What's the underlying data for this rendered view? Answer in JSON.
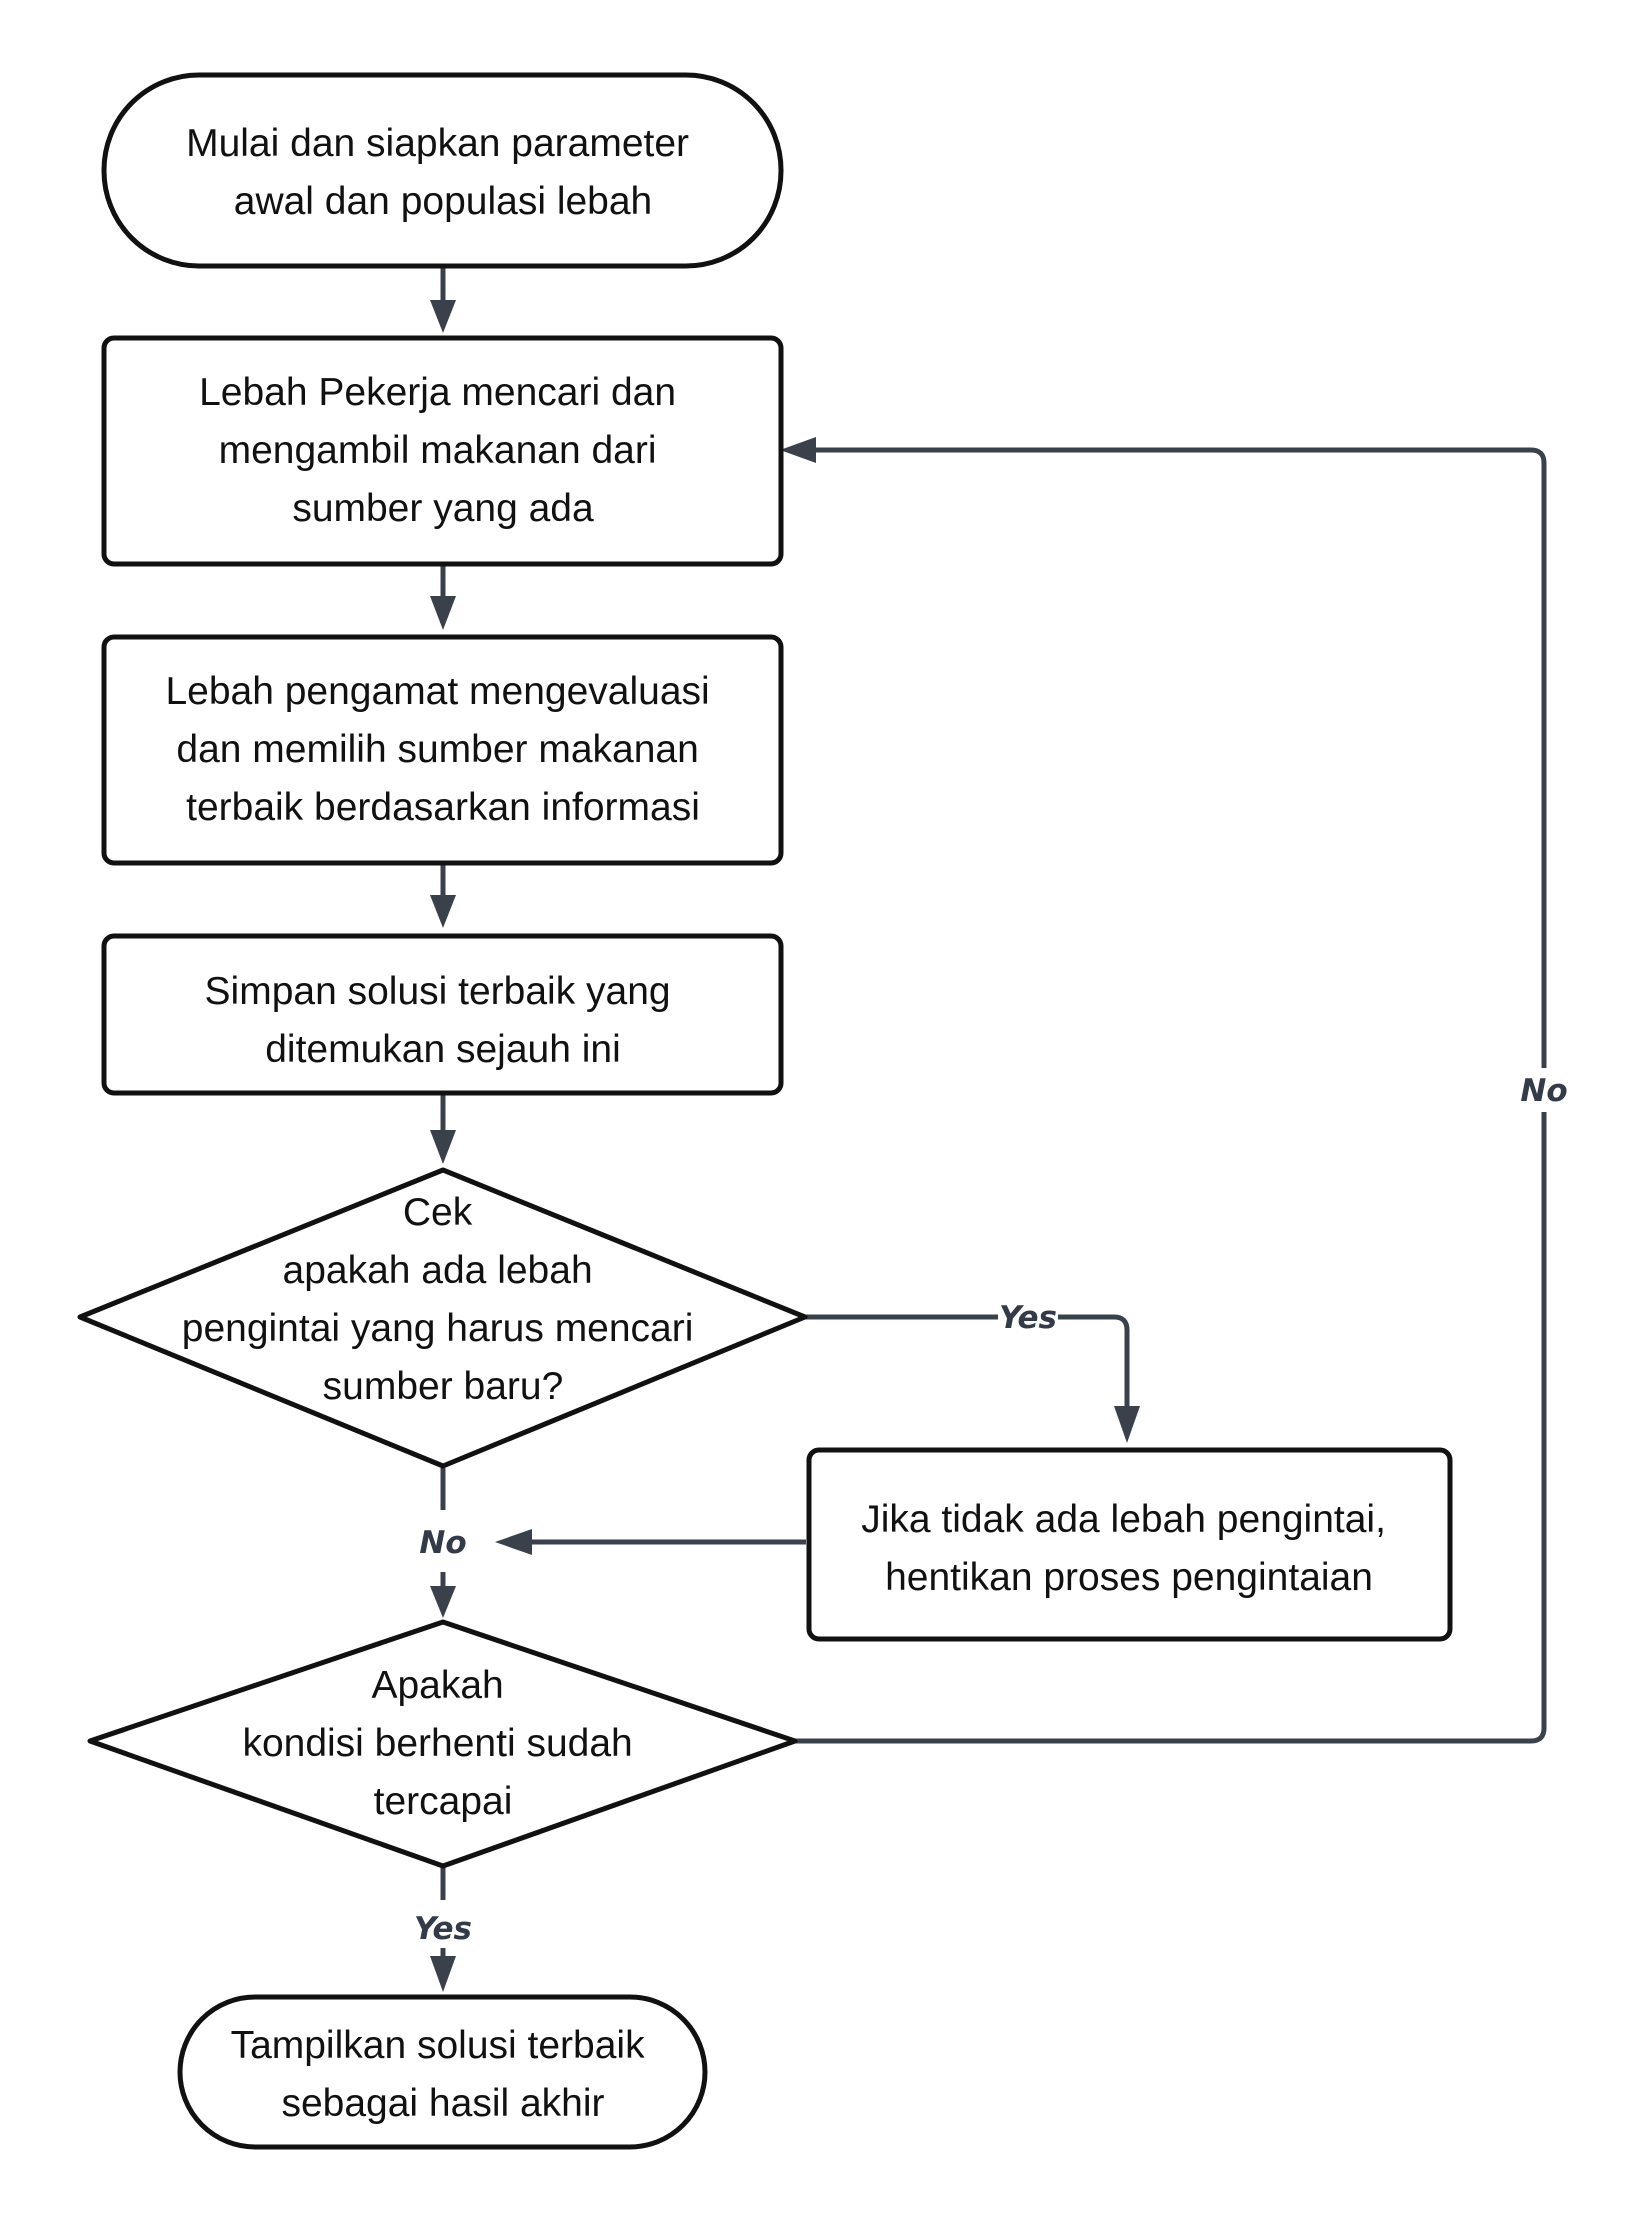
{
  "nodes": {
    "start": {
      "shape": "terminator",
      "lines": [
        "Mulai dan siapkan parameter",
        "awal dan populasi lebah"
      ]
    },
    "worker_bees": {
      "shape": "process",
      "lines": [
        "Lebah Pekerja mencari dan",
        "mengambil makanan dari",
        "sumber yang ada"
      ]
    },
    "onlooker_bees": {
      "shape": "process",
      "lines": [
        "Lebah pengamat mengevaluasi",
        "dan memilih sumber makanan",
        "terbaik berdasarkan informasi"
      ]
    },
    "save_best": {
      "shape": "process",
      "lines": [
        "Simpan solusi terbaik yang",
        "ditemukan sejauh ini"
      ]
    },
    "check_scout": {
      "shape": "decision",
      "lines": [
        "Cek",
        "apakah ada lebah",
        "pengintai yang harus mencari",
        "sumber baru?"
      ]
    },
    "stop_scouting": {
      "shape": "process",
      "lines": [
        "Jika tidak ada lebah pengintai,",
        "hentikan proses pengintaian"
      ]
    },
    "check_stop": {
      "shape": "decision",
      "lines": [
        "Apakah",
        "kondisi berhenti sudah",
        "tercapai"
      ]
    },
    "end": {
      "shape": "terminator",
      "lines": [
        "Tampilkan solusi terbaik",
        "sebagai hasil akhir"
      ]
    }
  },
  "edges": [
    {
      "from": "start",
      "to": "worker_bees",
      "label": ""
    },
    {
      "from": "worker_bees",
      "to": "onlooker_bees",
      "label": ""
    },
    {
      "from": "onlooker_bees",
      "to": "save_best",
      "label": ""
    },
    {
      "from": "save_best",
      "to": "check_scout",
      "label": ""
    },
    {
      "from": "check_scout",
      "to": "stop_scouting",
      "label": "Yes"
    },
    {
      "from": "check_scout",
      "to": "check_stop",
      "label": "No"
    },
    {
      "from": "stop_scouting",
      "to": "check_stop",
      "label": ""
    },
    {
      "from": "check_stop",
      "to": "worker_bees",
      "label": "No"
    },
    {
      "from": "check_stop",
      "to": "end",
      "label": "Yes"
    }
  ],
  "colors": {
    "shape_stroke": "#111111",
    "edge_stroke": "#3b414b",
    "edge_label": "#333b48",
    "background": "#ffffff"
  }
}
